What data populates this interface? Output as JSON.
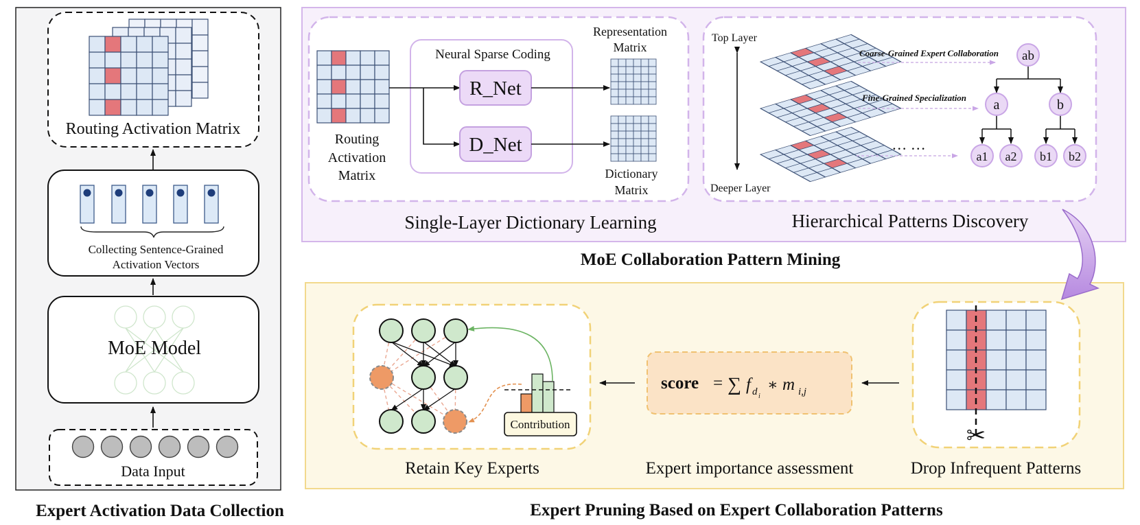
{
  "left_panel": {
    "title": "Expert Activation Data Collection",
    "routing_matrix_label": "Routing Activation Matrix",
    "collect_label_line1": "Collecting Sentence-Grained",
    "collect_label_line2": "Activation Vectors",
    "moe_model_label": "MoE Model",
    "data_input_label": "Data Input"
  },
  "mining_panel": {
    "title": "MoE Collaboration Pattern Mining",
    "single_layer": {
      "caption": "Single-Layer Dictionary Learning",
      "routing_label_line1": "Routing",
      "routing_label_line2": "Activation",
      "routing_label_line3": "Matrix",
      "sparse_coding_title": "Neural Sparse Coding",
      "r_net": "R_Net",
      "d_net": "D_Net",
      "representation_line1": "Representation",
      "representation_line2": "Matrix",
      "dictionary_line1": "Dictionary",
      "dictionary_line2": "Matrix"
    },
    "hierarchical": {
      "caption": "Hierarchical Patterns Discovery",
      "top_layer": "Top Layer",
      "deeper_layer": "Deeper Layer",
      "coarse_label": "Coarse-Grained Expert Collaboration",
      "fine_label": "Fine-Grained Specialization",
      "ellipsis": "… …",
      "tree_nodes": [
        "ab",
        "a",
        "b",
        "a1",
        "a2",
        "b1",
        "b2"
      ]
    }
  },
  "pruning_panel": {
    "title": "Expert Pruning Based on Expert Collaboration Patterns",
    "retain_caption": "Retain Key Experts",
    "contribution_label": "Contribution",
    "score_word": "score",
    "assessment_caption": "Expert importance assessment",
    "drop_caption": "Drop Infrequent Patterns"
  },
  "colors": {
    "purple_border": "#cfb3e6",
    "purple_fill": "#f6effb",
    "yellow_border": "#f3d88a",
    "yellow_fill": "#fdf8e7",
    "matrix_cell": "#dde8f5",
    "matrix_highlight": "#e4777b",
    "node_green": "#cfe8cc",
    "node_orange": "#ee9a66",
    "tree_node": "#e8d6f4",
    "score_fill": "#fbe3c4"
  }
}
